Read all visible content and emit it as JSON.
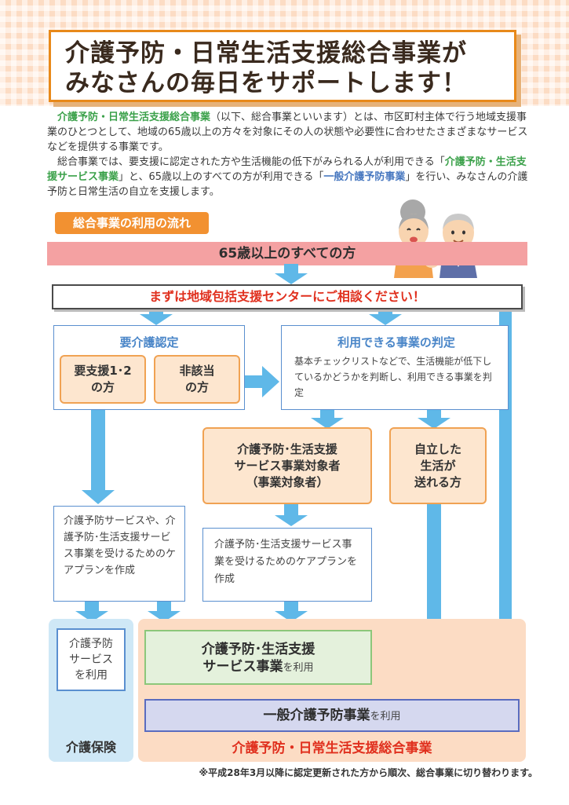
{
  "header": {
    "title_line1": "介護予防・日常生活支援総合事業が",
    "title_line2": "みなさんの毎日をサポートします！"
  },
  "intro": {
    "p1_term": "介護予防・日常生活支援総合事業",
    "p1_rest": "（以下、総合事業といいます）とは、市区町村主体で行う地域支援事業のひとつとして、地域の65歳以上の方々を対象にその人の状態や必要性に合わせたさまざまなサービスなどを提供する事業です。",
    "p2_a": "総合事業では、要支援に認定された方や生活機能の低下がみられる人が利用できる「",
    "p2_term1": "介護予防・生活支援サービス事業",
    "p2_b": "」と、65歳以上のすべての方が利用できる「",
    "p2_term2": "一般介護予防事業",
    "p2_c": "」を行い、みなさんの介護予防と日常生活の自立を支援します。"
  },
  "flow": {
    "label": "総合事業の利用の流れ",
    "all65": "65歳以上のすべての方",
    "consult": "まずは地域包括支援センターにご相談ください！",
    "care_cert": {
      "title": "要介護認定",
      "support": [
        "要支援1･2",
        "の方"
      ],
      "not_applicable": [
        "非該当",
        "の方"
      ]
    },
    "judge": {
      "title": "利用できる事業の判定",
      "text": "基本チェックリストなどで、生活機能が低下しているかどうかを判断し、利用できる事業を判定"
    },
    "target": [
      "介護予防･生活支援",
      "サービス事業対象者",
      "（事業対象者）"
    ],
    "independent": [
      "自立した",
      "生活が",
      "送れる方"
    ],
    "careplan1": "介護予防サービスや、介護予防･生活支援サービス事業を受けるためのケアプランを作成",
    "careplan2": "介護予防･生活支援サービス事業を受けるためのケアプランを作成",
    "care_use": [
      "介護予防",
      "サービス",
      "を利用"
    ],
    "care_insurance": "介護保険",
    "svc_use_bold1": "介護予防･生活支援",
    "svc_use_bold2": "サービス事業",
    "svc_use_suffix": "を利用",
    "gen_use_bold": "一般介護予防事業",
    "gen_use_suffix": "を利用",
    "sogo_label": "介護予防・日常生活支援総合事業"
  },
  "footnote": "※平成28年3月以降に認定更新された方から順次、総合事業に切り替わります。",
  "colors": {
    "arrow": "#5fb8e8",
    "accent_orange": "#f29131",
    "accent_red": "#e0301e",
    "accent_green": "#3ba14a",
    "accent_blue": "#4878c0"
  }
}
